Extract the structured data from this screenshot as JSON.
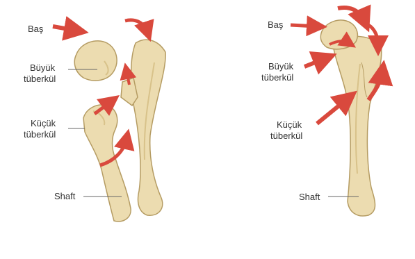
{
  "colors": {
    "bone_fill": "#ecdcb0",
    "bone_shade": "#d8c28a",
    "bone_edge": "#b59c63",
    "arrow": "#d9493d",
    "leader": "#666666",
    "label_text": "#333333"
  },
  "left_panel": {
    "labels": {
      "head": "Baş",
      "greater_tubercle_line1": "Büyük",
      "greater_tubercle_line2": "tüberkül",
      "lesser_tubercle_line1": "Küçük",
      "lesser_tubercle_line2": "tüberkül",
      "shaft": "Shaft"
    }
  },
  "right_panel": {
    "labels": {
      "head": "Baş",
      "greater_tubercle_line1": "Büyük",
      "greater_tubercle_line2": "tüberkül",
      "lesser_tubercle_line1": "Küçük",
      "lesser_tubercle_line2": "tüberkül",
      "shaft": "Shaft"
    }
  }
}
